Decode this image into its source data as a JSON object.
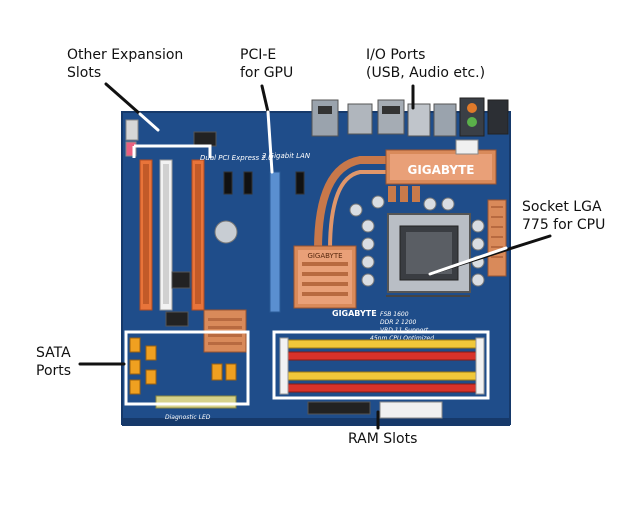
{
  "labels": {
    "other_expansion": [
      "Other Expansion",
      "Slots"
    ],
    "pcie": [
      "PCI-E",
      "for GPU"
    ],
    "io_ports": [
      "I/O Ports",
      "(USB, Audio etc.)"
    ],
    "socket": [
      "Socket LGA",
      "775 for CPU"
    ],
    "sata": [
      "SATA",
      "Ports"
    ],
    "ram": [
      "RAM Slots"
    ]
  },
  "board_text": {
    "brand": "GIGABYTE",
    "chipset_text": "GIGABYTE",
    "model_lines": [
      "GIGABYTE",
      "Dual PCI Express 2.0",
      "2 Gigabit LAN"
    ],
    "spec_lines": [
      "FSB 1600",
      "DDR 2 1200",
      "VRD 11 Support",
      "45nm CPU Optimized"
    ],
    "diag_text": "Diagnostic LED"
  },
  "colors": {
    "pcb": "#1f4d8a",
    "pcie_slot": "#e8743a",
    "pci_slot": "#f2f2f2",
    "ram_yellow": "#f0c83a",
    "ram_red": "#d8322a",
    "copper": "#d98a5a",
    "sata": "#f0a020",
    "highlight": "#ffffff"
  }
}
